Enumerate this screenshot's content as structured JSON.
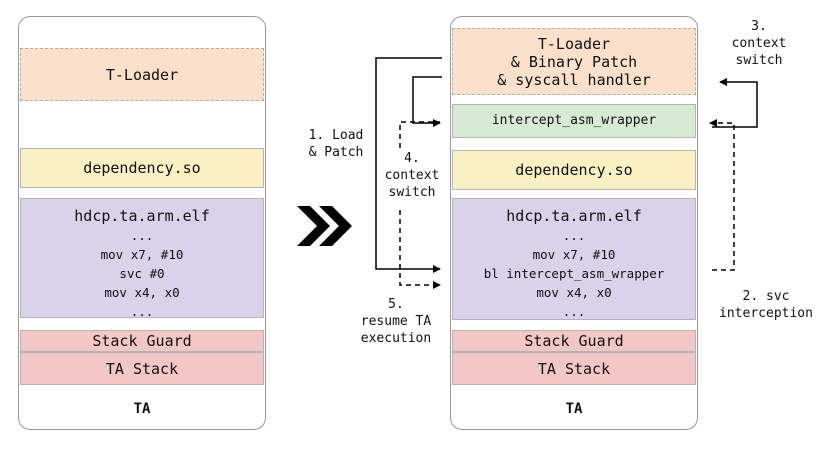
{
  "left": {
    "loader": "T-Loader",
    "dependency": "dependency.so",
    "elf": {
      "title": "hdcp.ta.arm.elf",
      "lines": [
        "...",
        "mov x7, #10",
        "svc #0",
        "mov x4, x0",
        "..."
      ]
    },
    "stack_guard": "Stack Guard",
    "ta_stack": "TA Stack",
    "footer": "TA"
  },
  "right": {
    "loader_lines": [
      "T-Loader",
      "& Binary Patch",
      "& syscall handler"
    ],
    "wrapper": "intercept_asm_wrapper",
    "dependency": "dependency.so",
    "elf": {
      "title": "hdcp.ta.arm.elf",
      "lines": [
        "...",
        "mov x7, #10",
        "bl intercept_asm_wrapper",
        "mov x4, x0",
        "..."
      ]
    },
    "stack_guard": "Stack Guard",
    "ta_stack": "TA Stack",
    "footer": "TA"
  },
  "labels": {
    "load_patch": [
      "1. Load",
      "& Patch"
    ],
    "svc_interception": [
      "2. svc",
      "interception"
    ],
    "context_switch_3": [
      "3.",
      "context",
      "switch"
    ],
    "context_switch_4": [
      "4.",
      "context",
      "switch"
    ],
    "resume": [
      "5.",
      "resume TA",
      "execution"
    ]
  },
  "colors": {
    "loader": "#fbe1cc",
    "dependency": "#fbf0c4",
    "elf": "#d9d2ea",
    "stack": "#f4c7c7",
    "wrapper": "#d7ead3"
  }
}
